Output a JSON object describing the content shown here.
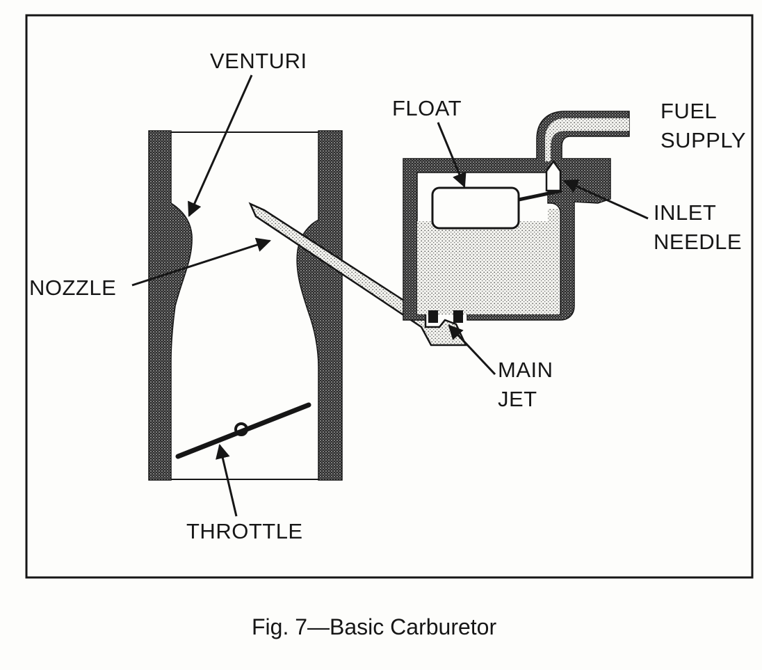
{
  "figure": {
    "caption": "Fig. 7—Basic Carburetor",
    "labels": {
      "venturi": "VENTURI",
      "nozzle": "NOZZLE",
      "throttle": "THROTTLE",
      "float": "FLOAT",
      "fuel_supply_line1": "FUEL",
      "fuel_supply_line2": "SUPPLY",
      "inlet_needle_line1": "INLET",
      "inlet_needle_line2": "NEEDLE",
      "main_jet_line1": "MAIN",
      "main_jet_line2": "JET"
    }
  },
  "colors": {
    "ink": "#161616",
    "paper": "#fdfdfb"
  }
}
